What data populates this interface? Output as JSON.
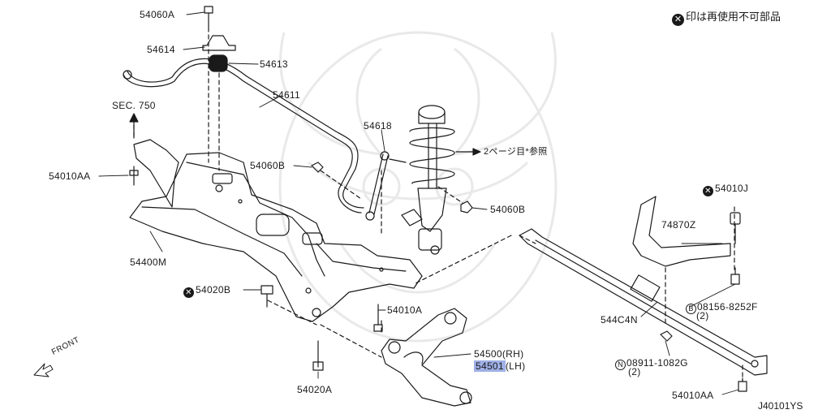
{
  "note": {
    "icon": "x-circle-icon",
    "text": "印は再使用不可部品"
  },
  "diagram_code": "J40101YS",
  "front_label": "FRONT",
  "labels": {
    "p54060A": "54060A",
    "p54614": "54614",
    "p54613": "54613",
    "p54611": "54611",
    "sec750": "SEC. 750",
    "p54010AA_left": "54010AA",
    "p54060B_upper": "54060B",
    "p54618": "54618",
    "page2_ref": "2ページ目*参照",
    "p54060B_right": "54060B",
    "p54400M": "54400M",
    "p54020B": "54020B",
    "p54010A": "54010A",
    "p54500": "54500(RH)",
    "p54501_num": "54501",
    "p54501_side": "(LH)",
    "p54020A": "54020A",
    "p54010J": "54010J",
    "p74870Z": "74870Z",
    "p08156": "08156-8252F",
    "p08156_qty": "(2)",
    "p544C4N": "544C4N",
    "p08911": "08911-1082G",
    "p08911_qty": "(2)",
    "p54010AA_right": "54010AA"
  },
  "marks": {
    "nonreusable_icon": "x-circle-icon",
    "bolt_b_icon": "circle-b-icon",
    "nut_n_icon": "circle-n-icon",
    "b_letter": "B",
    "n_letter": "N",
    "x_letter": "✕"
  },
  "colors": {
    "line": "#1a1a1a",
    "highlight": "#9fb0e6",
    "watermark": "#e6e6e6"
  }
}
